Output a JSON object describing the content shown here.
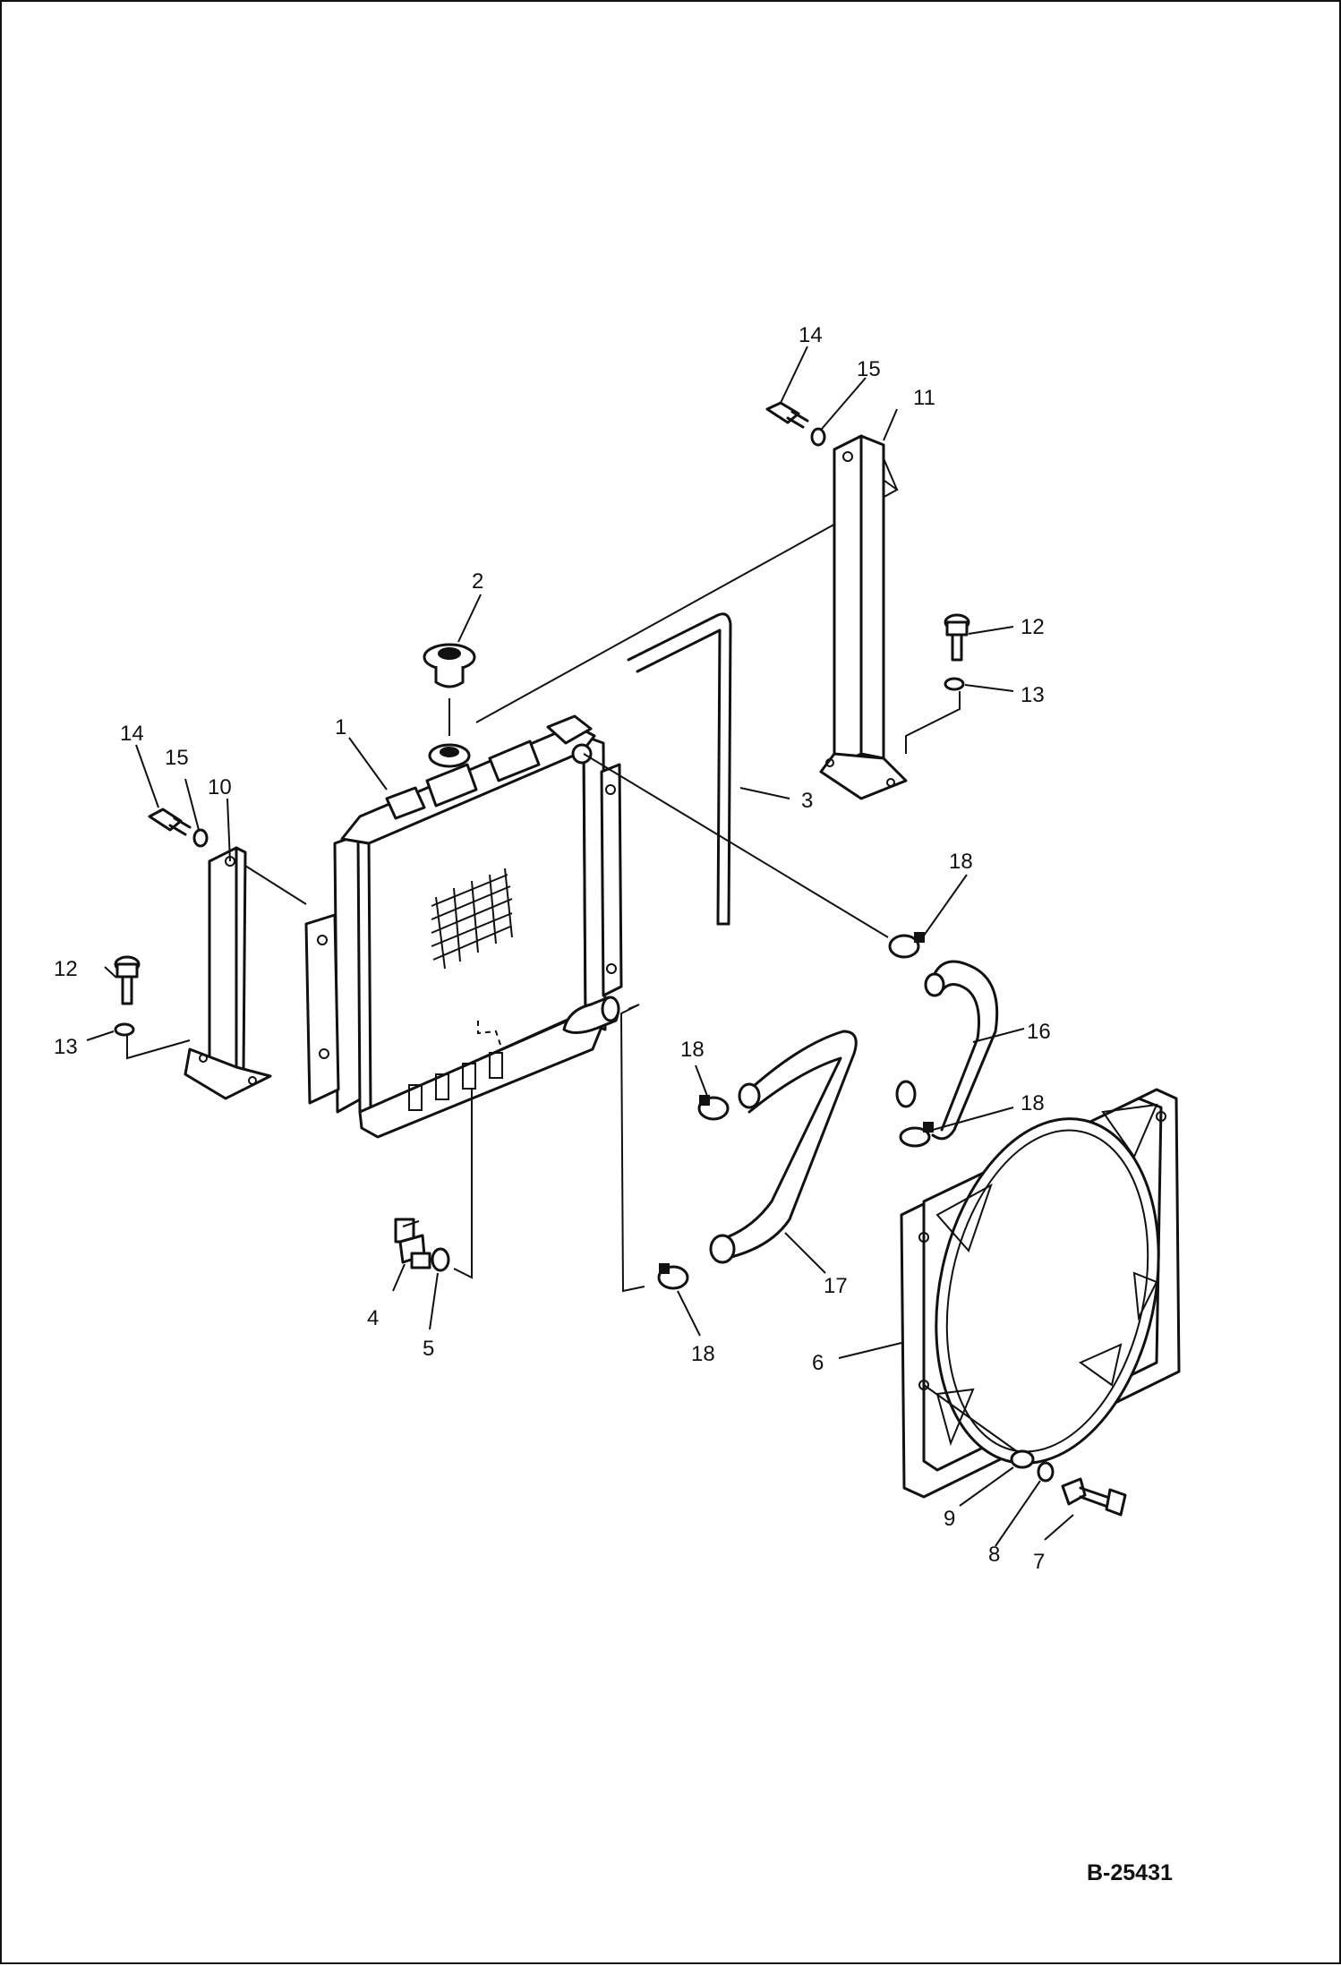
{
  "drawing": {
    "code": "B-25431"
  },
  "callouts": [
    {
      "id": "c1",
      "text": "1"
    },
    {
      "id": "c2",
      "text": "2"
    },
    {
      "id": "c3",
      "text": "3"
    },
    {
      "id": "c4",
      "text": "4"
    },
    {
      "id": "c5",
      "text": "5"
    },
    {
      "id": "c6",
      "text": "6"
    },
    {
      "id": "c7",
      "text": "7"
    },
    {
      "id": "c8",
      "text": "8"
    },
    {
      "id": "c9",
      "text": "9"
    },
    {
      "id": "c10",
      "text": "10"
    },
    {
      "id": "c11",
      "text": "11"
    },
    {
      "id": "c12a",
      "text": "12"
    },
    {
      "id": "c12b",
      "text": "12"
    },
    {
      "id": "c13a",
      "text": "13"
    },
    {
      "id": "c13b",
      "text": "13"
    },
    {
      "id": "c14a",
      "text": "14"
    },
    {
      "id": "c14b",
      "text": "14"
    },
    {
      "id": "c15a",
      "text": "15"
    },
    {
      "id": "c15b",
      "text": "15"
    },
    {
      "id": "c16",
      "text": "16"
    },
    {
      "id": "c17",
      "text": "17"
    },
    {
      "id": "c18a",
      "text": "18"
    },
    {
      "id": "c18b",
      "text": "18"
    },
    {
      "id": "c18c",
      "text": "18"
    },
    {
      "id": "c18d",
      "text": "18"
    }
  ]
}
